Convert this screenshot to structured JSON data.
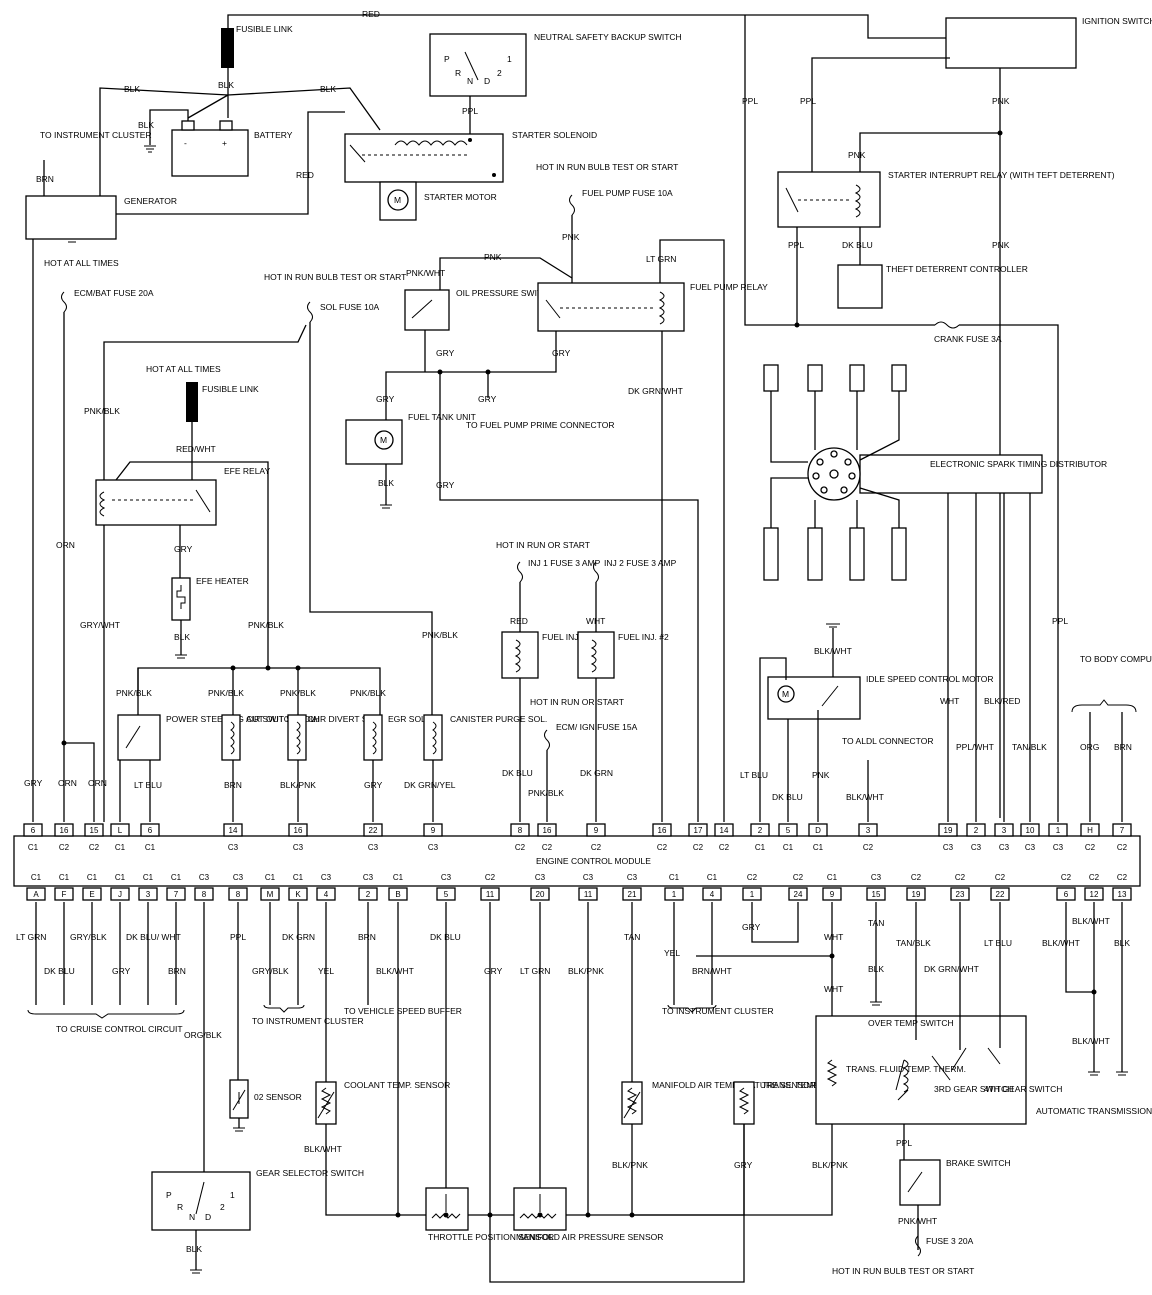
{
  "top": {
    "wire_red_top": "RED",
    "fusible_link_top": "FUSIBLE LINK",
    "blk_a": "BLK",
    "blk_b": "BLK",
    "blk_c": "BLK",
    "blk_d": "BLK",
    "battery": "BATTERY",
    "battery_minus": "-",
    "battery_plus": "+",
    "to_instrument_cluster": "TO INSTRUMENT CLUSTER",
    "brn": "BRN",
    "generator": "GENERATOR",
    "red_gen": "RED",
    "starter_solenoid": "STARTER SOLENOID",
    "starter_motor": "STARTER MOTOR",
    "neutral_switch": "NEUTRAL SAFETY BACKUP SWITCH",
    "ppl_nss": "PPL",
    "ignition_switch": "IGNITION SWITCH",
    "ppl_1": "PPL",
    "ppl_2": "PPL",
    "pnk_1": "PNK",
    "pnk_2": "PNK",
    "pnk_3": "PNK",
    "starter_interrupt_relay": "STARTER INTERRUPT RELAY (WITH TEFT DETERRENT)",
    "ppl_3": "PPL",
    "dk_blu_1": "DK BLU",
    "theft_controller": "THEFT DETERRENT CONTROLLER",
    "crank_fuse": "CRANK FUSE 3A",
    "hot_run_bulb_1": "HOT IN RUN BULB TEST OR START",
    "fuel_pump_fuse": "FUEL PUMP FUSE 10A",
    "pnk_fp": "PNK",
    "lt_grn_1": "LT GRN",
    "pnk_4": "PNK",
    "pnk_wht_1": "PNK/WHT",
    "oil_pressure_switch": "OIL PRESSURE SWITCH",
    "fuel_pump_relay": "FUEL PUMP RELAY",
    "gry_1": "GRY",
    "gry_2": "GRY",
    "gry_3": "GRY",
    "gry_4": "GRY",
    "gry_5": "GRY",
    "fuel_tank_unit": "FUEL TANK UNIT",
    "blk_tank": "BLK",
    "fuel_pump_prime": "TO FUEL PUMP PRIME CONNECTOR",
    "dk_grn_wht_1": "DK GRN/WHT",
    "hot_all_times_1": "HOT AT ALL TIMES",
    "ecm_bat_fuse": "ECM/BAT FUSE 20A",
    "hot_run_bulb_2": "HOT IN RUN BULB TEST OR START",
    "sol_fuse": "SOL FUSE 10A",
    "pnk_blk_1": "PNK/BLK",
    "hot_all_times_2": "HOT AT ALL TIMES",
    "fusible_link_2": "FUSIBLE LINK",
    "red_wht": "RED/WHT",
    "efe_relay": "EFE RELAY",
    "gry_efe": "GRY",
    "efe_heater": "EFE HEATER",
    "blk_efe": "BLK",
    "orn_1": "ORN",
    "gry_wht": "GRY/WHT",
    "pnk_blk_2": "PNK/BLK",
    "pnk_blk_3": "PNK/BLK",
    "distributor": "ELECTRONIC SPARK TIMING DISTRIBUTOR",
    "hot_run_start": "HOT IN RUN OR START",
    "inj1_fuse": "INJ 1 FUSE 3 AMP",
    "inj2_fuse": "INJ 2 FUSE 3 AMP",
    "red_inj": "RED",
    "wht_inj": "WHT",
    "fuel_inj_1": "FUEL INJ. #1",
    "fuel_inj_2": "FUEL INJ. #2",
    "hot_run_start_2": "HOT IN RUN OR START",
    "ecm_ign_fuse": "ECM/ IGN FUSE 15A",
    "blk_wht_isc": "BLK/WHT",
    "idle_speed_motor": "IDLE SPEED CONTROL MOTOR",
    "ppl_4": "PPL",
    "to_body_module": "TO BODY COMPUTER MODULE"
  },
  "mid": {
    "ps_label_top": "PNK/BLK",
    "ps_switch": "POWER STEERING CUT OUT SWITCH",
    "air_label_top": "PNK/BLK",
    "air_switch": "AIR SWITCH SOL.",
    "divert_label_top": "PNK/BLK",
    "air_divert": "AIR DIVERT SOL.",
    "egr_label_top": "PNK/BLK",
    "egr_sol": "EGR SOL.",
    "canister": "CANISTER PURGE SOL.",
    "pnk_blk_can": "PNK/BLK",
    "gry_c1": "GRY",
    "orn_c2a": "ORN",
    "orn_c2b": "ORN",
    "lt_blu_1": "LT BLU",
    "brn_1": "BRN",
    "blk_pnk_1": "BLK/PNK",
    "gry_22": "GRY",
    "dk_grn_yel": "DK GRN/YEL",
    "dk_blu_8": "DK BLU",
    "pnk_blk_16": "PNK/BLK",
    "dk_grn_9": "DK GRN",
    "lt_blu_2": "LT BLU",
    "dk_blu_5": "DK BLU",
    "pnk_d": "PNK",
    "to_aldl": "TO ALDL CONNECTOR",
    "blk_wht_3": "BLK/WHT",
    "wht_19": "WHT",
    "ppl_wht": "PPL/WHT",
    "blk_red": "BLK/RED",
    "tan_blk": "TAN/BLK",
    "ppl_1c3": "PPL",
    "org": "ORG",
    "brn_7": "BRN",
    "ecm_title": "ENGINE CONTROL MODULE"
  },
  "ecm_top_pins": [
    "6",
    "16",
    "15",
    "L",
    "6",
    "14",
    "16",
    "22",
    "9",
    "8",
    "16",
    "9",
    "16",
    "17",
    "14",
    "2",
    "5",
    "D",
    "3",
    "19",
    "2",
    "3",
    "10",
    "1",
    "H",
    "7"
  ],
  "ecm_top_conn": [
    "C1",
    "C2",
    "C2",
    "C1",
    "C1",
    "C3",
    "C3",
    "C3",
    "C3",
    "C2",
    "C2",
    "C2",
    "C2",
    "C2",
    "C2",
    "C1",
    "C1",
    "C1",
    "C2",
    "C3",
    "C3",
    "C3",
    "C3",
    "C3",
    "C2",
    "C2"
  ],
  "ecm_bot_pins": [
    "A",
    "F",
    "E",
    "J",
    "3",
    "7",
    "8",
    "8",
    "M",
    "K",
    "4",
    "2",
    "B",
    "5",
    "11",
    "20",
    "11",
    "21",
    "1",
    "4",
    "1",
    "24",
    "9",
    "15",
    "19",
    "23",
    "22",
    "6",
    "12",
    "13"
  ],
  "ecm_bot_conn": [
    "C1",
    "C1",
    "C1",
    "C1",
    "C1",
    "C1",
    "C3",
    "C3",
    "C1",
    "C1",
    "C3",
    "C3",
    "C1",
    "C3",
    "C2",
    "C3",
    "C3",
    "C3",
    "C1",
    "C1",
    "C2",
    "C2",
    "C1",
    "C3",
    "C2",
    "C2",
    "C2",
    "C2",
    "C2",
    "C2"
  ],
  "bottom": {
    "lt_grn_a": "LT GRN",
    "dk_blu_f": "DK BLU",
    "gry_blk_e": "GRY/BLK",
    "gry_j": "GRY",
    "dk_blu_wht": "DK BLU/ WHT",
    "brn_7b": "BRN",
    "to_cruise": "TO CRUISE CONTROL CIRCUIT",
    "org_blk": "ORG/BLK",
    "ppl_8": "PPL",
    "o2_sensor": "02 SENSOR",
    "gry_blk_m": "GRY/BLK",
    "dk_grn_k": "DK GRN",
    "to_inst_cluster_1": "TO INSTRUMENT CLUSTER",
    "yel_4": "YEL",
    "coolant_sensor": "COOLANT TEMP. SENSOR",
    "blk_wht_cool": "BLK/WHT",
    "brn_2": "BRN",
    "to_vss": "TO VEHICLE SPEED BUFFER",
    "blk_wht_b": "BLK/WHT",
    "dk_blu_5b": "DK BLU",
    "gry_11": "GRY",
    "lt_grn_20": "LT GRN",
    "blk_pnk_11": "BLK/PNK",
    "tan_21": "TAN",
    "mat_sensor": "MANIFOLD AIR TEMPERATURE SENSOR",
    "blk_pnk_mat": "BLK/PNK",
    "yel_1": "YEL",
    "brn_wht": "BRN/WHT",
    "to_inst_cluster_2": "TO INSTRUMENT CLUSTER",
    "gry_1c2": "GRY",
    "trans_sensor": "TRANS. TEMP. SENSOR",
    "gry_trans": "GRY",
    "wht_9": "WHT",
    "wht_9b": "WHT",
    "blk_pnk_9": "BLK/PNK",
    "tan_15": "TAN",
    "blk_15": "BLK",
    "tan_blk_19": "TAN/BLK",
    "dk_grn_wht_23": "DK GRN/WHT",
    "lt_blu_22": "LT BLU",
    "over_temp": "OVER TEMP SWITCH",
    "trans_fluid": "TRANS. FLUID TEMP. THERM.",
    "gear3": "3RD GEAR SWITCH",
    "gear4": "4TH GEAR SWITCH",
    "auto_trans": "AUTOMATIC TRANSMISSION",
    "blk_wht_12": "BLK/WHT",
    "blk_wht_6": "BLK/WHT",
    "blk_wht_12b": "BLK/WHT",
    "blk_13": "BLK",
    "ppl_brake": "PPL",
    "brake_switch": "BRAKE SWITCH",
    "pnk_wht_brake": "PNK/WHT",
    "fuse3": "FUSE 3 20A",
    "hot_run_bulb_3": "HOT IN RUN BULB TEST OR START",
    "gear_selector": "GEAR SELECTOR SWITCH",
    "blk_gear": "BLK",
    "tps": "THROTTLE POSITION SENSOR",
    "map": "MANIFOLD AIR PRESSURE SENSOR"
  }
}
